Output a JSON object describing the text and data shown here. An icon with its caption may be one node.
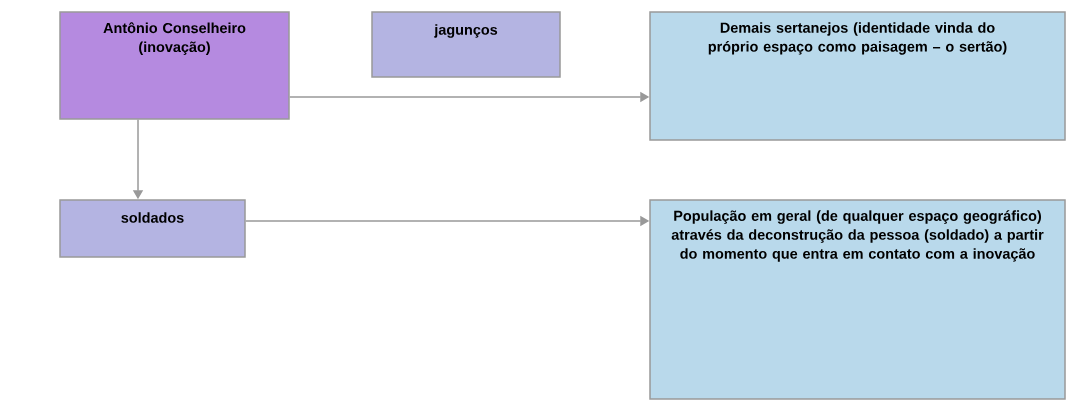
{
  "diagram": {
    "nodes": [
      {
        "text": [
          "Antônio Conselheiro (inovação)"
        ]
      },
      {
        "text": [
          "jagunços"
        ]
      },
      {
        "text": [
          "Demais sertanejos (identidade vinda do próprio espaço como paisagem – o sertão)"
        ]
      },
      {
        "text": [
          "soldados"
        ]
      },
      {
        "text": [
          "População em geral (de qualquer espaço geográfico) através da deconstrução da pessoa (soldado) a partir do momento que entra em contato com a inovação"
        ]
      }
    ],
    "edges": [
      {
        "from": 0,
        "to": 2,
        "arrow": "to"
      },
      {
        "from": 0,
        "to": 3,
        "arrow": "to"
      },
      {
        "from": 3,
        "to": 4,
        "arrow": "to"
      }
    ]
  }
}
